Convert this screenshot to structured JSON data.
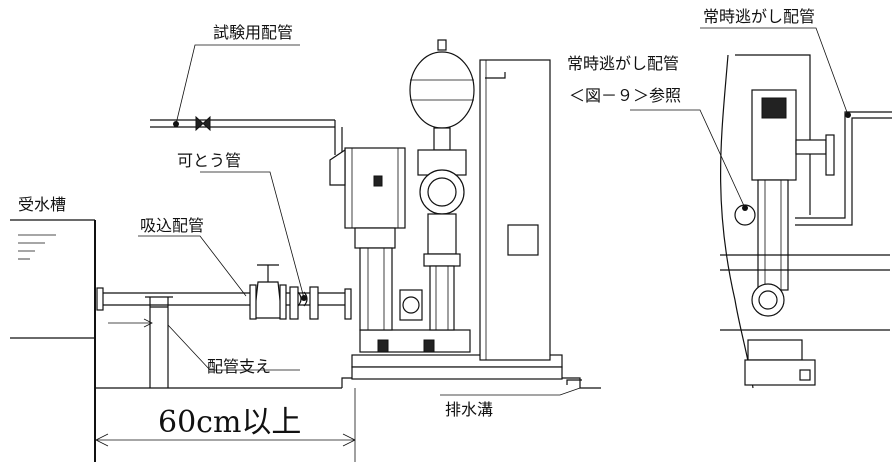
{
  "labels": {
    "test_pipe": "試験用配管",
    "relief_pipe_top": "常時逃がし配管",
    "relief_pipe_mid": "常時逃がし配管",
    "figure_ref": "＜図－９＞参照",
    "flexible_pipe": "可とう管",
    "water_tank": "受水槽",
    "suction_pipe": "吸込配管",
    "pipe_support": "配管支え",
    "drain_ditch": "排水溝",
    "clearance": "60cm以上"
  }
}
